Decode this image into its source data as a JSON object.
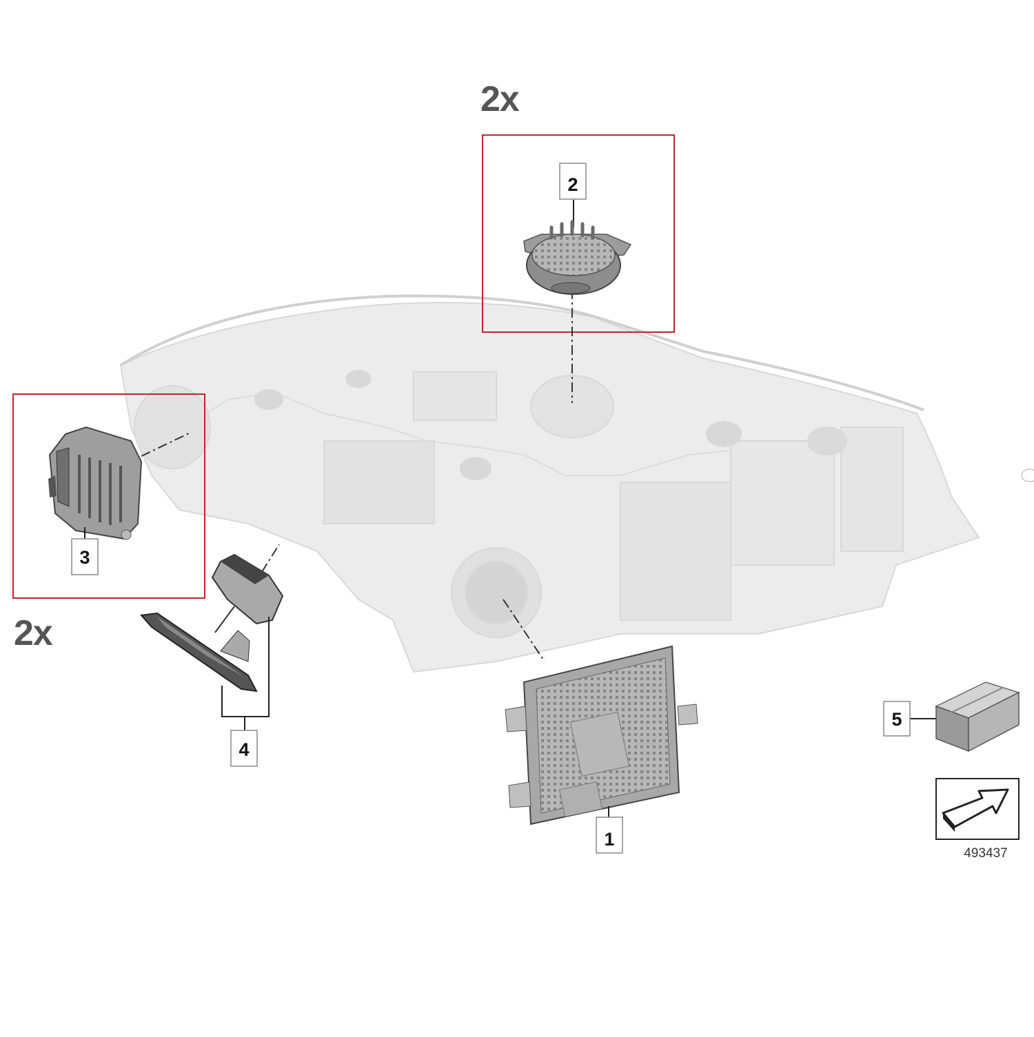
{
  "diagram": {
    "quantity_top": "2x",
    "quantity_left": "2x",
    "diagram_id": "493437",
    "highlight_color": "#c8202a",
    "parts": [
      {
        "number": "1",
        "name": "control-module-main"
      },
      {
        "number": "2",
        "name": "led-module-round"
      },
      {
        "number": "3",
        "name": "led-module-square"
      },
      {
        "number": "4",
        "name": "cover-cap-set"
      },
      {
        "number": "5",
        "name": "repair-kit-box"
      }
    ]
  }
}
